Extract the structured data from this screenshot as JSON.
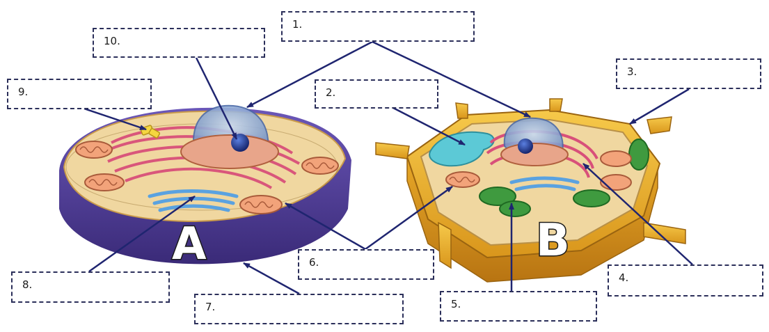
{
  "labels": {
    "l1": "1.",
    "l2": "2.",
    "l3": "3.",
    "l4": "4.",
    "l5": "5.",
    "l6": "6.",
    "l7": "7.",
    "l8": "8.",
    "l9": "9.",
    "l10": "10."
  },
  "cells": {
    "animal_letter": "A",
    "plant_letter": "B"
  },
  "colors": {
    "leader_line": "#1f2570",
    "box_border": "#2b2f5a",
    "animal_membrane": "#4a3a8c",
    "plant_wall": "#e3a92a",
    "cytoplasm": "#f0d7a0",
    "er": "#d8507a",
    "golgi": "#5aa2e0",
    "chloroplast": "#3f9a3f",
    "vacuole": "#5cc9d6",
    "nucleolus": "#233a8a"
  }
}
